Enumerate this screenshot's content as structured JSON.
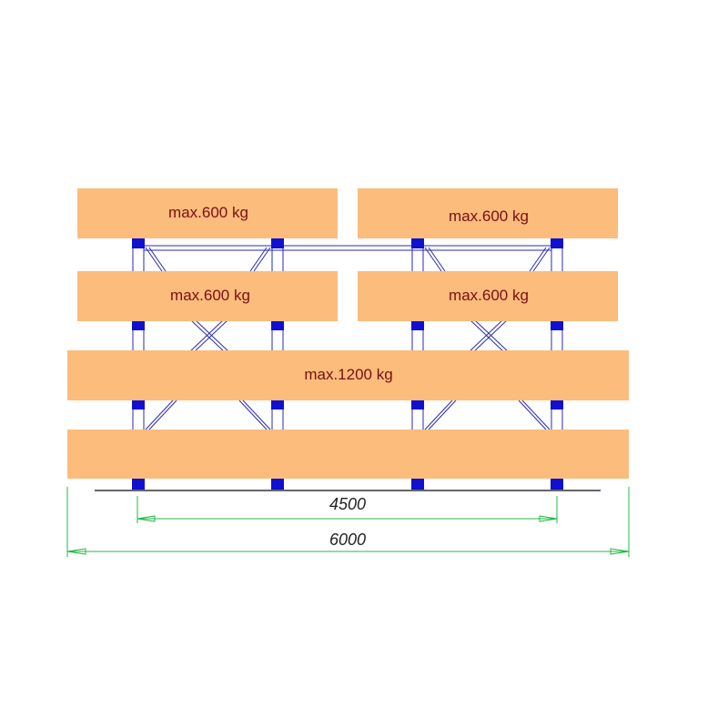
{
  "colors": {
    "load_fill": "#fbbc7c",
    "label_text": "#7a1012",
    "post_blue": "#1010d0",
    "frame_line": "#2a2ab0",
    "dimension_green": "#22bb44",
    "dimension_text": "#222222"
  },
  "loads": {
    "top_left": "max.600 kg",
    "top_right": "max.600 kg",
    "mid_left": "max.600 kg",
    "mid_right": "max.600 kg",
    "lower_full": "max.1200 kg"
  },
  "dimensions": {
    "post_spacing": "4500",
    "total_length": "6000"
  }
}
